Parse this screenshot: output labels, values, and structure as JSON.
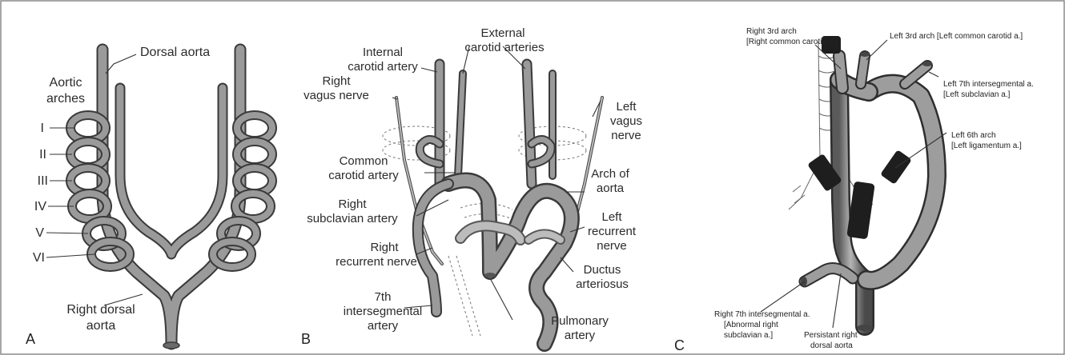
{
  "panels": {
    "a": {
      "letter": "A",
      "labels": {
        "dorsal_aorta": "Dorsal aorta",
        "aortic": "Aortic",
        "arches": "arches",
        "i": "I",
        "ii": "II",
        "iii": "III",
        "iv": "IV",
        "v": "V",
        "vi": "VI",
        "right_dorsal": "Right dorsal",
        "aorta": "aorta"
      }
    },
    "b": {
      "letter": "B",
      "labels": {
        "external": "External",
        "carotid_arteries": "carotid arteries",
        "internal": "Internal",
        "carotid_artery": "carotid artery",
        "right": "Right",
        "vagus_nerve": "vagus nerve",
        "left": "Left",
        "vagus": "vagus",
        "nerve": "nerve",
        "common": "Common",
        "common_carotid_artery": "carotid artery",
        "arch_of": "Arch of",
        "aorta": "aorta",
        "right2": "Right",
        "subclavian_artery": "subclavian artery",
        "left2": "Left",
        "recurrent": "recurrent",
        "nerve2": "nerve",
        "right3": "Right",
        "recurrent_nerve": "recurrent nerve",
        "ductus": "Ductus",
        "arteriosus": "arteriosus",
        "seventh": "7th",
        "intersegmental": "intersegmental",
        "artery": "artery",
        "pulmonary": "Pulmonary",
        "artery2": "artery"
      }
    },
    "c": {
      "letter": "C",
      "labels": {
        "right_3rd_arch": "Right 3rd arch",
        "right_common_carotid": "[Right common carotid a.]",
        "left_3rd_arch": "Left 3rd arch [Left common carotid a.]",
        "left_7th": "Left 7th intersegmental a.",
        "left_subclavian": "[Left subclavian a.]",
        "left_6th": "Left 6th arch",
        "left_ligamentum": "[Left ligamentum a.]",
        "right_7th": "Right 7th intersegmental a.",
        "abnormal_right": "[Abnormal right",
        "subclavian_a": "subclavian a.]",
        "persistant_right": "Persistant right",
        "dorsal_aorta": "dorsal aorta"
      }
    }
  },
  "colors": {
    "vessel_fill": "#9a9a9a",
    "vessel_edge": "#3a3a3a",
    "dark_tube": "#1e1e1e",
    "border": "#8a8a8a"
  }
}
